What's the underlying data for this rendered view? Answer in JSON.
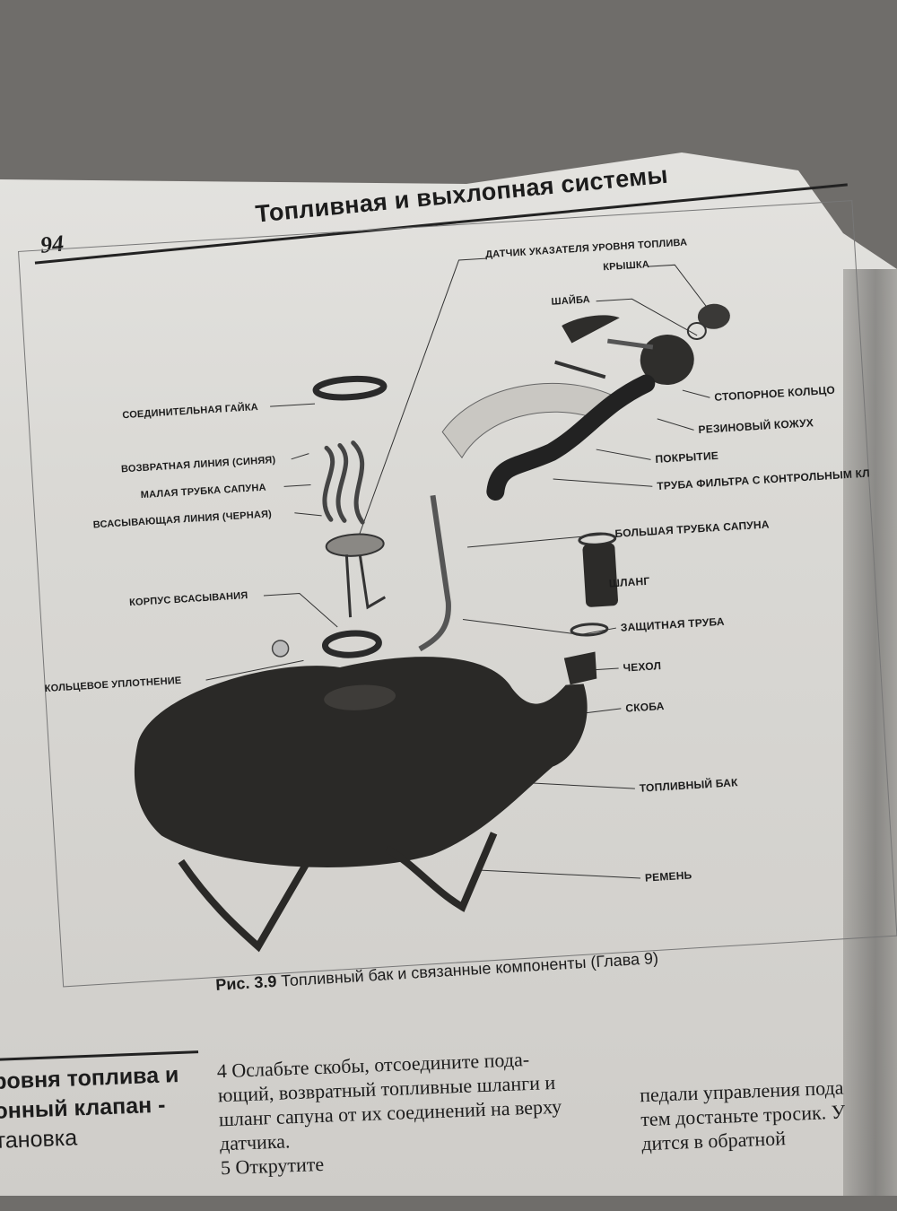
{
  "header": {
    "page_number": "94",
    "title": "Топливная и выхлопная системы"
  },
  "figure": {
    "labels": {
      "sensor": "ДАТЧИК УКАЗАТЕЛЯ УРОВНЯ ТОПЛИВА",
      "cap": "КРЫШКА",
      "washer": "ШАЙБА",
      "connecting_nut": "СОЕДИНИТЕЛЬНАЯ ГАЙКА",
      "return_line": "ВОЗВРАТНАЯ ЛИНИЯ (СИНЯЯ)",
      "small_breather": "МАЛАЯ ТРУБКА САПУНА",
      "suction_line": "ВСАСЫВАЮЩАЯ ЛИНИЯ (ЧЕРНАЯ)",
      "suction_housing": "КОРПУС ВСАСЫВАНИЯ",
      "o_ring": "КОЛЬЦЕВОЕ УПЛОТНЕНИЕ",
      "retaining_ring": "СТОПОРНОЕ КОЛЬЦО",
      "rubber_boot": "РЕЗИНОВЫЙ КОЖУХ",
      "cover": "ПОКРЫТИЕ",
      "filler_pipe": "ТРУБА ФИЛЬТРА С КОНТРОЛЬНЫМ КЛ",
      "large_breather": "БОЛЬШАЯ ТРУБКА САПУНА",
      "hose": "ШЛАНГ",
      "protective_tube": "ЗАЩИТНАЯ ТРУБА",
      "sleeve": "ЧЕХОЛ",
      "clamp": "СКОБА",
      "fuel_tank": "ТОПЛИВНЫЙ БАК",
      "strap": "РЕМЕНЬ"
    },
    "caption_prefix": "Рис. 3.9",
    "caption_text": "Топливный бак и связанные компоненты (Глава 9)"
  },
  "section": {
    "heading_lines": [
      "ровня топлива и",
      "онный клапан -",
      "тановка"
    ]
  },
  "column_middle": {
    "lines": [
      "4  Ослабьте скобы, отсоедините пода-",
      "ющий, возвратный топливные шланги и",
      "шланг сапуна от их соединений на верху",
      "датчика.",
      "5  Открутите"
    ]
  },
  "column_right": {
    "lines": [
      "педали управления пода",
      "тем достаньте тросик. У",
      "дится в обратной"
    ]
  },
  "colors": {
    "paper": "#dad9d5",
    "ink": "#1c1c1c",
    "tank": "#2a2927"
  }
}
